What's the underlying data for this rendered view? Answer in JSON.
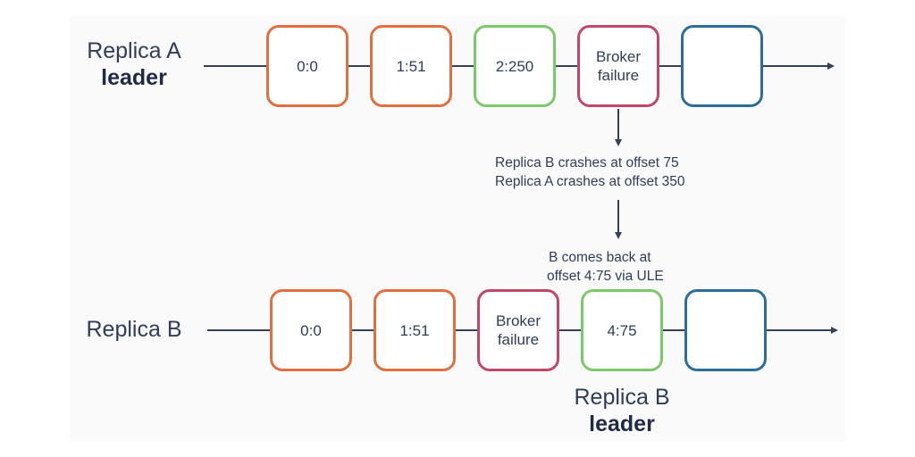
{
  "colors": {
    "orange": "#e0703f",
    "green": "#7ec86c",
    "red": "#c0476a",
    "blue": "#2c6e98",
    "text": "#2f3d5b"
  },
  "replica_a": {
    "name": "Replica A",
    "role": "leader",
    "segments": [
      {
        "label": "0:0",
        "color": "orange"
      },
      {
        "label": "1:51",
        "color": "orange"
      },
      {
        "label": "2:250",
        "color": "green"
      },
      {
        "label": "Broker failure",
        "line1": "Broker",
        "line2": "failure",
        "color": "red"
      },
      {
        "label": "",
        "color": "blue"
      }
    ]
  },
  "notes": {
    "crash_line1": "Replica B crashes at offset 75",
    "crash_line2": "Replica A crashes at offset 350",
    "recover_line1": "B comes back at",
    "recover_line2": "offset 4:75 via ULE"
  },
  "replica_b": {
    "name": "Replica B",
    "role_name": "Replica B",
    "role": "leader",
    "segments": [
      {
        "label": "0:0",
        "color": "orange"
      },
      {
        "label": "1:51",
        "color": "orange"
      },
      {
        "label": "Broker failure",
        "line1": "Broker",
        "line2": "failure",
        "color": "red"
      },
      {
        "label": "4:75",
        "color": "green"
      },
      {
        "label": "",
        "color": "blue"
      }
    ]
  }
}
